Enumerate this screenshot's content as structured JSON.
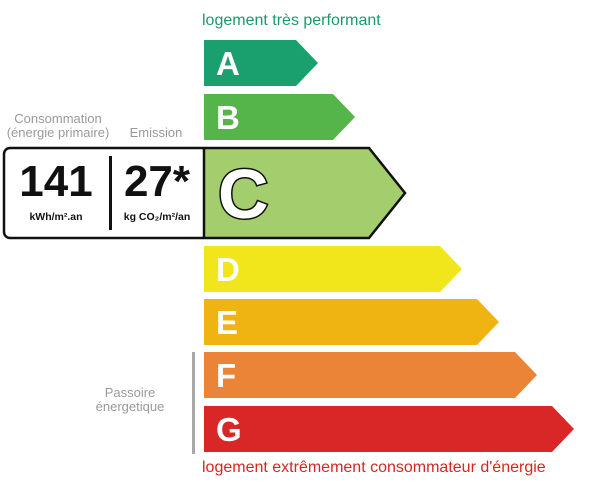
{
  "header": {
    "top_caption": "logement très performant"
  },
  "footer": {
    "bottom_caption": "logement extrêmement consommateur d'énergie"
  },
  "consumption": {
    "label_line1": "Consommation",
    "label_line2": "(énergie primaire)",
    "value": "141",
    "unit": "kWh/m².an"
  },
  "emission": {
    "label": "Emission",
    "value": "27*",
    "unit": "kg CO₂/m²/an"
  },
  "passoire": {
    "line1": "Passoire",
    "line2": "énergetique"
  },
  "selected_class": "C",
  "classes": [
    {
      "letter": "A",
      "color": "#1aa06e"
    },
    {
      "letter": "B",
      "color": "#55b44a"
    },
    {
      "letter": "C",
      "color": "#a4cd6e"
    },
    {
      "letter": "D",
      "color": "#f1e61b"
    },
    {
      "letter": "E",
      "color": "#f0b412"
    },
    {
      "letter": "F",
      "color": "#ec8437"
    },
    {
      "letter": "G",
      "color": "#d92626"
    }
  ]
}
